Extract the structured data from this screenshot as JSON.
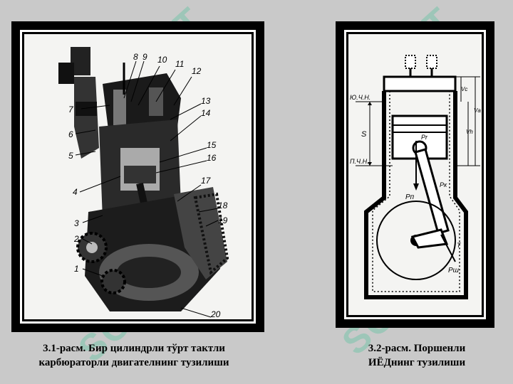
{
  "watermark": {
    "text": "SOFT",
    "color": "#2fbf8f"
  },
  "figure1": {
    "caption_line1": "3.1-расм. Бир цилиндрли тўрт тактли",
    "caption_line2": "карбюраторли двигателнинг тузилиши",
    "callouts": [
      "7",
      "8",
      "9",
      "10",
      "11",
      "12",
      "13",
      "14",
      "6",
      "5",
      "15",
      "16",
      "4",
      "17",
      "18",
      "19",
      "3",
      "2",
      "1",
      "20"
    ]
  },
  "figure2": {
    "caption_line1": "3.2-расм. Поршенли",
    "caption_line2": "ИЁДнинг тузилиши",
    "labels": {
      "tdc": "Ю.Ч.Н.",
      "bdc": "П.Ч.Н.",
      "stroke": "S",
      "vc": "Vс",
      "vh": "Vh",
      "va": "Vа",
      "pr": "Pr",
      "pn": "Pп",
      "pk": "Pк",
      "psh": "Pш",
      "t": "T"
    }
  }
}
